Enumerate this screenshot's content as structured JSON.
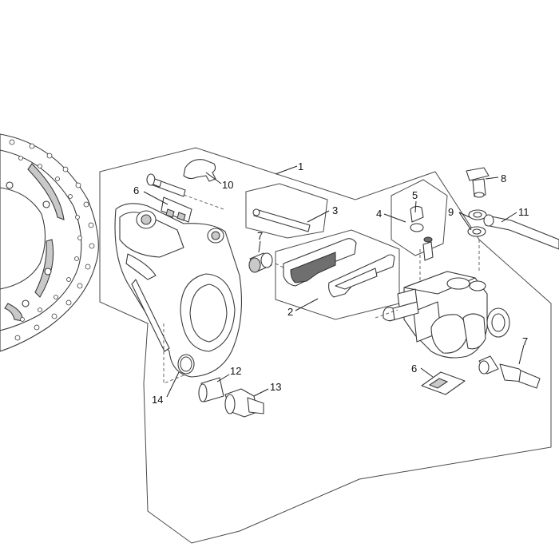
{
  "callouts": [
    {
      "id": "c1",
      "text": "1"
    },
    {
      "id": "c2",
      "text": "2"
    },
    {
      "id": "c3",
      "text": "3"
    },
    {
      "id": "c4",
      "text": "4"
    },
    {
      "id": "c5",
      "text": "5"
    },
    {
      "id": "c6a",
      "text": "6"
    },
    {
      "id": "c6b",
      "text": "6"
    },
    {
      "id": "c7a",
      "text": "7"
    },
    {
      "id": "c7b",
      "text": "7"
    },
    {
      "id": "c8",
      "text": "8"
    },
    {
      "id": "c9",
      "text": "9"
    },
    {
      "id": "c10",
      "text": "10"
    },
    {
      "id": "c11",
      "text": "11"
    },
    {
      "id": "c12",
      "text": "12"
    },
    {
      "id": "c13",
      "text": "13"
    },
    {
      "id": "c14",
      "text": "14"
    }
  ],
  "colors": {
    "line": "#3a3a3a",
    "fill": "#ffffff",
    "shade": "#c9c9c9",
    "dark": "#6f6f6f"
  }
}
